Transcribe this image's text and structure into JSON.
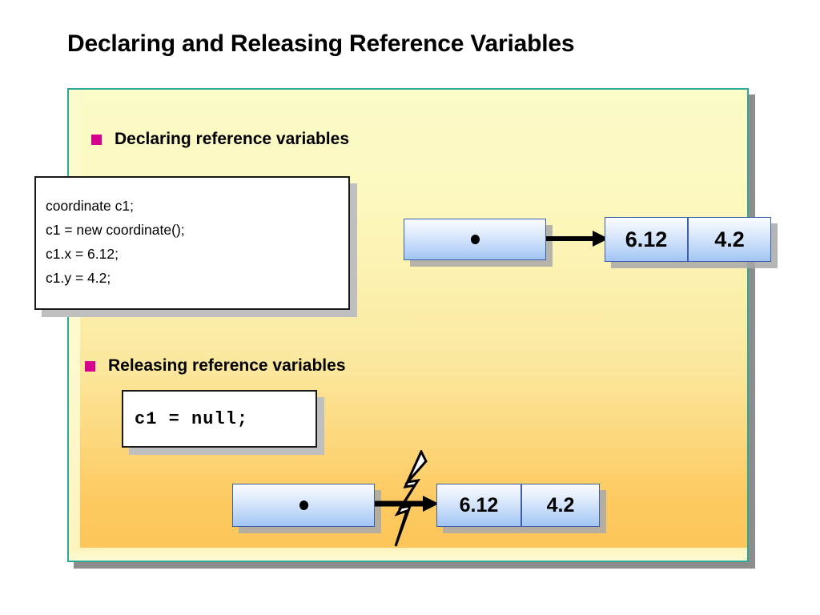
{
  "slide": {
    "title": "Declaring and Releasing Reference Variables"
  },
  "sections": [
    {
      "bullet_label": "Declaring reference variables",
      "bullet_color": "#d4008e",
      "code_lines": [
        "coordinate c1;",
        "c1 = new coordinate();",
        "c1.x = 6.12;",
        "c1.y = 4.2;"
      ],
      "diagram": {
        "pointer_box": {
          "symbol": "•",
          "label": "reference-pointer"
        },
        "arrow": "arrow-right",
        "value_boxes": [
          {
            "value": "6.12"
          },
          {
            "value": "4.2"
          }
        ]
      }
    },
    {
      "bullet_label": "Releasing reference variables",
      "bullet_color": "#d4008e",
      "code_lines": [
        "c1 = null;"
      ],
      "diagram": {
        "pointer_box": {
          "symbol": "•",
          "label": "reference-pointer"
        },
        "arrow": "arrow-right",
        "break_marker": "lightning-bolt",
        "value_boxes": [
          {
            "value": "6.12"
          },
          {
            "value": "4.2"
          }
        ]
      }
    }
  ],
  "theme": {
    "panel_border": "#2aa898",
    "panel_gradient_top": "#fbfbc8",
    "panel_gradient_bottom": "#fdc559",
    "box_border": "#3b5fa8",
    "box_fill_top": "#fafcff",
    "box_fill_bottom": "#a2c5f3",
    "bullet_color": "#d4008e",
    "shadow_color": "#8d8d8d"
  }
}
